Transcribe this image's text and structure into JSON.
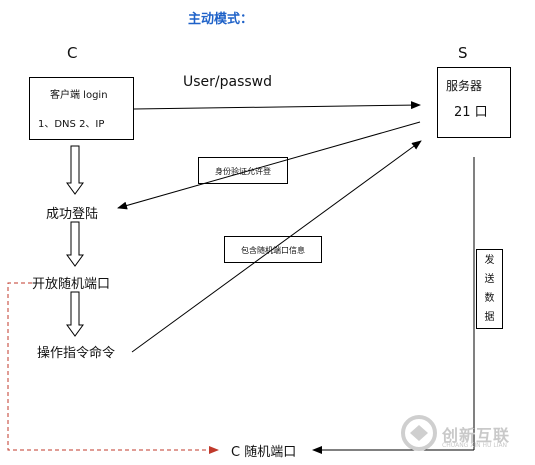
{
  "title": "主动模式：",
  "client_label": "C",
  "server_label": "S",
  "client_box": {
    "line1": "客户端 login",
    "line2": "1、DNS 2、IP"
  },
  "server_box": {
    "line1": "服务器",
    "line2": "21 口"
  },
  "arrow_user_passwd": "User/passwd",
  "note_auth": "身份验证允许登",
  "note_port": "包含随机端口信息",
  "steps": [
    "成功登陆",
    "开放随机端口",
    "操作指令命令"
  ],
  "send_data": [
    "发",
    "送",
    "数",
    "据"
  ],
  "c_random_port": "C 随机端口",
  "watermark": {
    "name": "创新互联",
    "sub": "CHUANG XIN HU LIAN"
  }
}
